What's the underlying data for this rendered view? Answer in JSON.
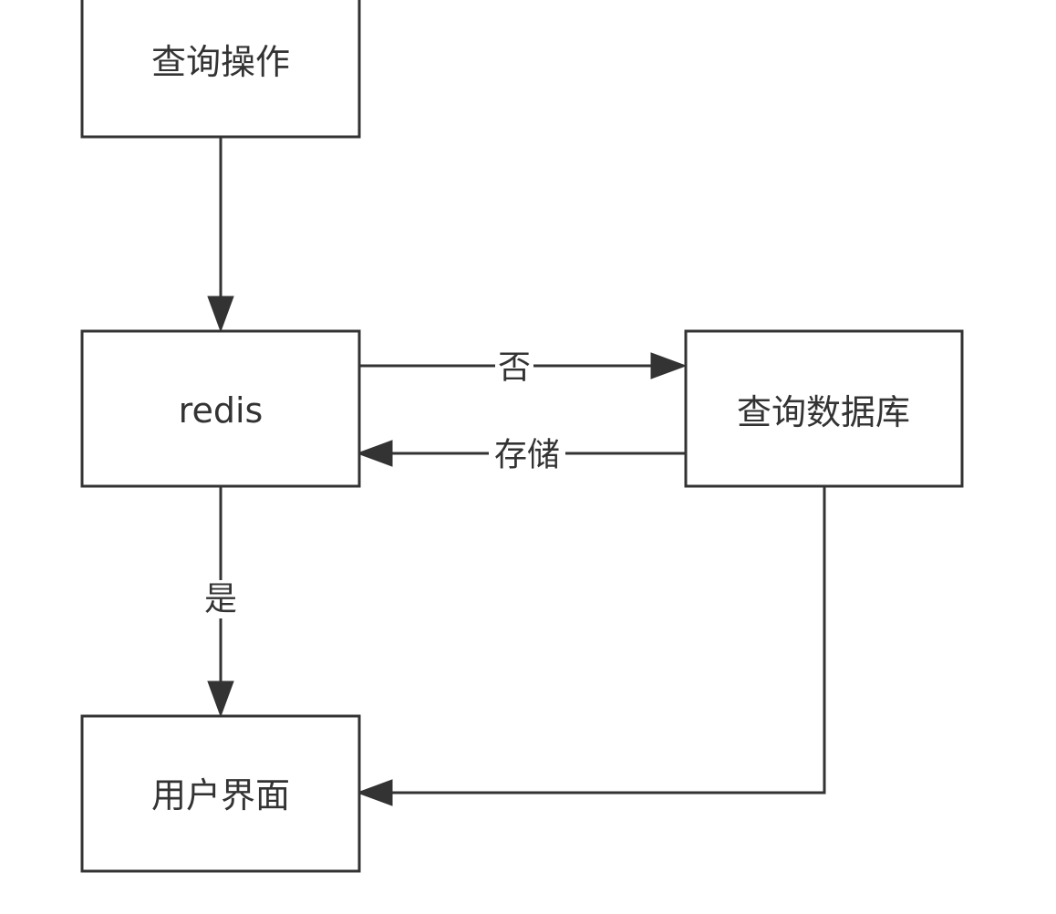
{
  "diagram": {
    "nodes": {
      "query_op": {
        "label": "查询操作"
      },
      "redis": {
        "label": "redis"
      },
      "query_db": {
        "label": "查询数据库"
      },
      "user_ui": {
        "label": "用户界面"
      }
    },
    "edges": {
      "query_to_redis": {
        "label": ""
      },
      "redis_to_db": {
        "label": "否"
      },
      "db_to_redis": {
        "label": "存储"
      },
      "redis_to_ui": {
        "label": "是"
      },
      "db_to_ui": {
        "label": ""
      }
    },
    "colors": {
      "stroke": "#333333",
      "fill": "#ffffff",
      "text": "#333333"
    }
  }
}
